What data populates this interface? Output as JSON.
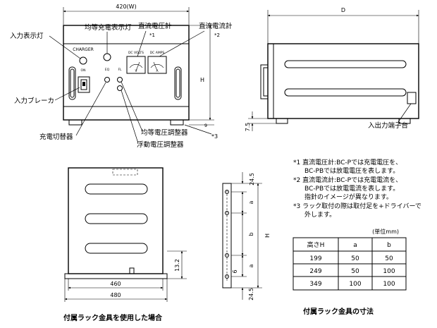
{
  "dims": {
    "front_width": "420(W)",
    "depth": "D",
    "height": "H",
    "foot_front": "9",
    "foot_side": "7.5",
    "rack_inner": "460",
    "rack_outer": "480",
    "rack_top": "24.5",
    "rack_bottom": "24.5",
    "rack_a": "a",
    "rack_b": "b",
    "rack_a2": "a",
    "rack_six": "6",
    "rack_height": "H",
    "rack_side_dim": "13.2"
  },
  "callouts": {
    "input_lamp": "入力表示灯",
    "equalize_lamp": "均等充電表示灯",
    "voltmeter": "直流電圧計",
    "voltmeter_mark": "*1",
    "ammeter": "直流電流計",
    "ammeter_mark": "*2",
    "input_breaker": "入力ブレーカ",
    "charge_switch": "充電切替器",
    "equalize_adjuster": "均等電圧調整器",
    "float_adjuster": "浮動電圧調整器",
    "rack_mark": "*3",
    "terminal": "入出力端子台"
  },
  "panel": {
    "brand": "CHARGER",
    "meter_left": "DC VOLTS",
    "meter_right": "DC AMPS",
    "meter_left_unit": "V",
    "meter_right_unit": "A",
    "small_label_1": "ON",
    "small_label_2": "EQ",
    "small_label_3": "FL"
  },
  "notes": {
    "n1_line1": "*1  直流電圧計:BC-Pでは充電電圧を、",
    "n1_line2": "BC-PBでは放電電圧を表します。",
    "n2_line1": "*2  直流電流計:BC-Pでは充電電流を、",
    "n2_line2": "BC-PBでは放電電流を表します。",
    "n2_line3": "指針のイメージが異なります。",
    "n3_line1": "*3  ラック取付の際は取付足を+ドライバーで",
    "n3_line2": "外します。"
  },
  "table": {
    "unit": "(単位mm)",
    "headers": [
      "高さH",
      "a",
      "b"
    ],
    "rows": [
      [
        "199",
        "50",
        "50"
      ],
      [
        "249",
        "50",
        "100"
      ],
      [
        "349",
        "100",
        "100"
      ]
    ]
  },
  "captions": {
    "rack_use": "付属ラック金具を使用した場合",
    "rack_dims": "付属ラック金具の寸法"
  }
}
